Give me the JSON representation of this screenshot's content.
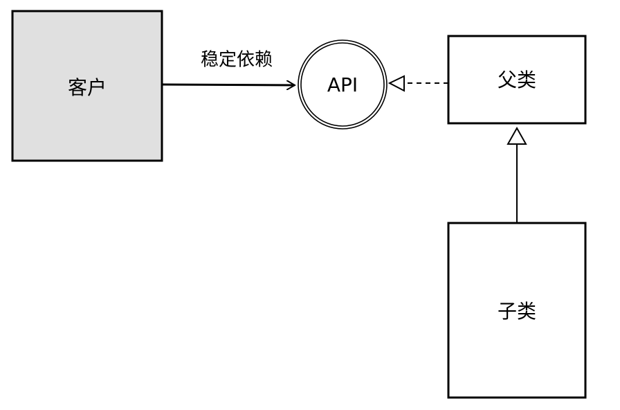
{
  "diagram": {
    "client": {
      "label": "客户"
    },
    "api": {
      "label": "API"
    },
    "parent": {
      "label": "父类"
    },
    "child": {
      "label": "子类"
    },
    "dependency_edge": {
      "label": "稳定依赖"
    }
  },
  "colors": {
    "client_fill": "#e0e0e0",
    "box_fill": "#ffffff",
    "stroke": "#000000"
  }
}
